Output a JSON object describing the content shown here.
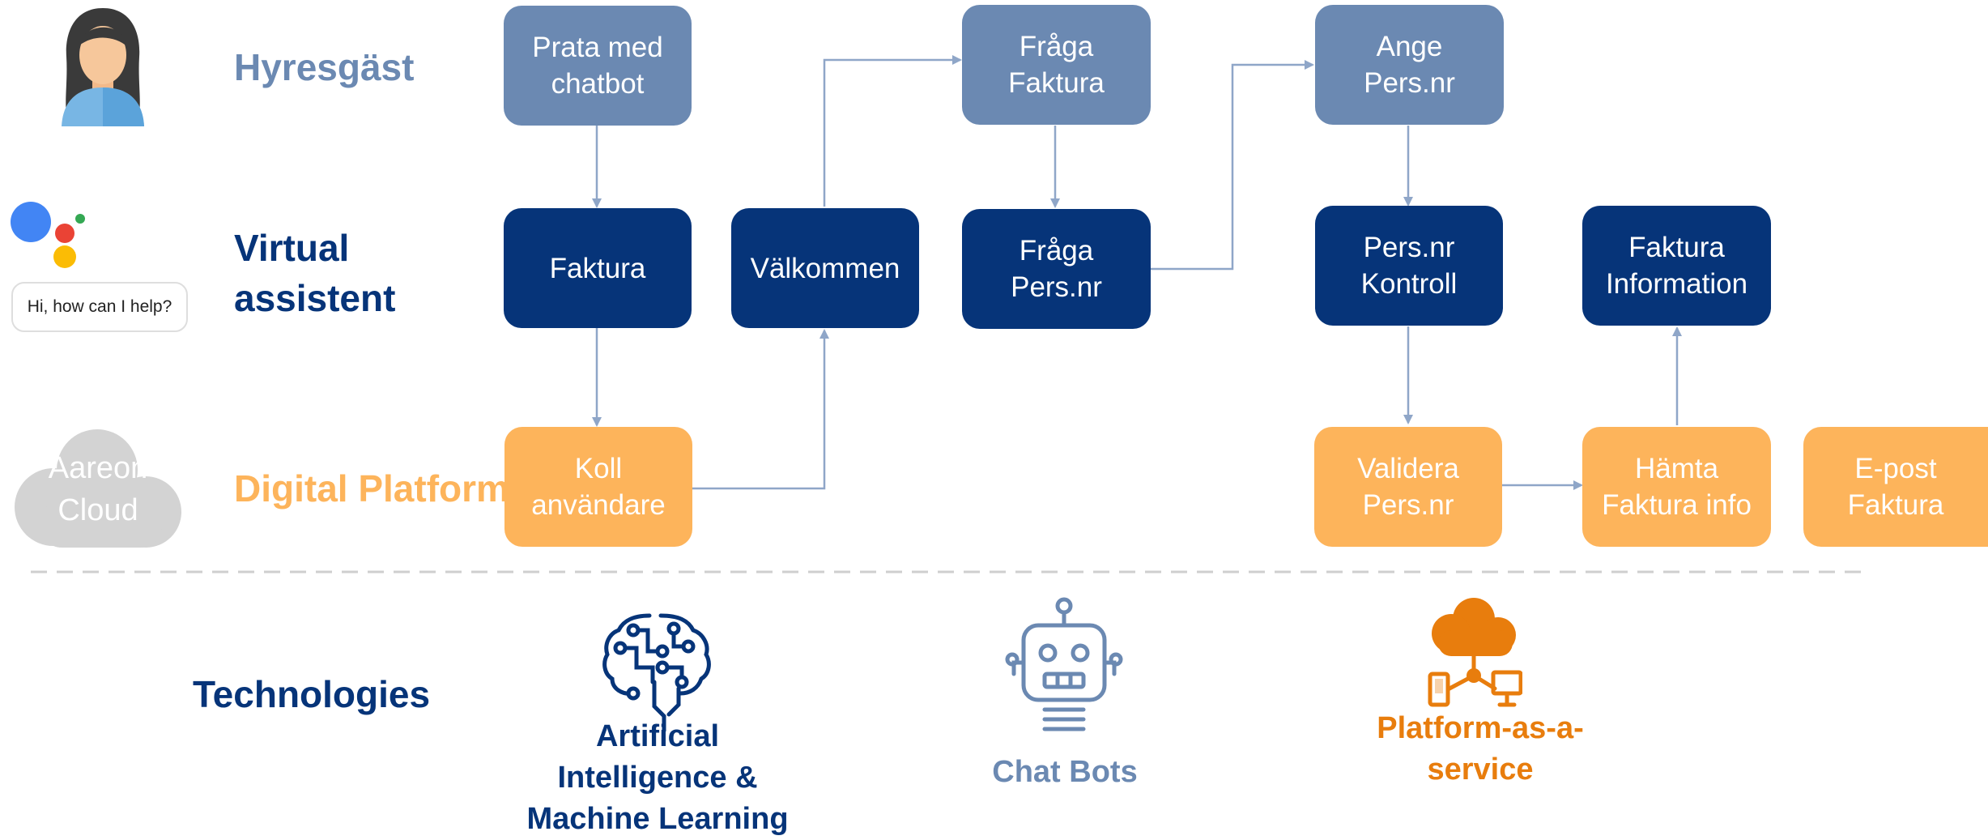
{
  "lanes": {
    "tenant": "Hyresgäst",
    "assistant": "Virtual\nassistent",
    "platform": "Digital Platform"
  },
  "assistant_bubble": "Hi, how can I help?",
  "cloud_label": "Aareon\nCloud",
  "boxes": {
    "prata": "Prata med\nchatbot",
    "fraga_faktura": "Fråga\nFaktura",
    "ange": "Ange\nPers.nr",
    "faktura": "Faktura",
    "valkommen": "Välkommen",
    "fraga_pers": "Fråga\nPers.nr",
    "pers_kontroll": "Pers.nr\nKontroll",
    "faktura_info": "Faktura\nInformation",
    "koll": "Koll\nanvändare",
    "validera": "Validera\nPers.nr",
    "hamta": "Hämta\nFaktura info",
    "epost": "E-post\nFaktura"
  },
  "technologies": {
    "heading": "Technologies",
    "ai": "Artificial\nIntelligence &\nMachine Learning",
    "chatbots": "Chat Bots",
    "paas": "Platform-as-a-\nservice"
  },
  "colors": {
    "lane_tenant": "#6b89b2",
    "lane_assistant": "#063479",
    "lane_platform": "#fdb45b",
    "connector": "#8fa6c8",
    "paas_orange": "#e87d0d"
  },
  "icons": [
    "woman-avatar-icon",
    "google-assistant-icon",
    "cloud-icon",
    "ai-brain-circuit-icon",
    "robot-icon",
    "cloud-platform-icon"
  ]
}
